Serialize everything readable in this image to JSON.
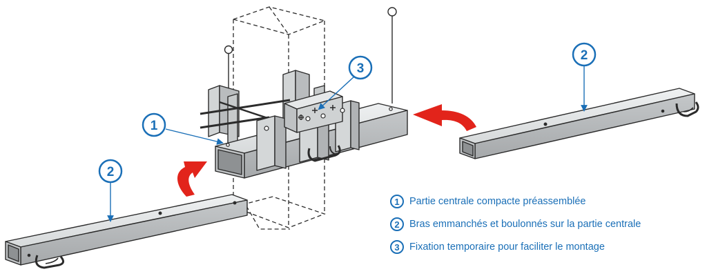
{
  "callouts": {
    "c1": "1",
    "c2_left": "2",
    "c2_right": "2",
    "c3": "3"
  },
  "legend": {
    "items": [
      {
        "num": "1",
        "text": "Partie centrale compacte préassemblée"
      },
      {
        "num": "2",
        "text": "Bras emmanchés et boulonnés sur la partie centrale"
      },
      {
        "num": "3",
        "text": "Fixation temporaire pour faciliter le montage"
      }
    ]
  },
  "colors": {
    "accent": "#1a6fb7",
    "arrow": "#e2241b",
    "steel_light": "#e3e5e6",
    "steel_mid": "#c9cccd",
    "steel_dark": "#a9acae",
    "line": "#2b2b2b"
  }
}
